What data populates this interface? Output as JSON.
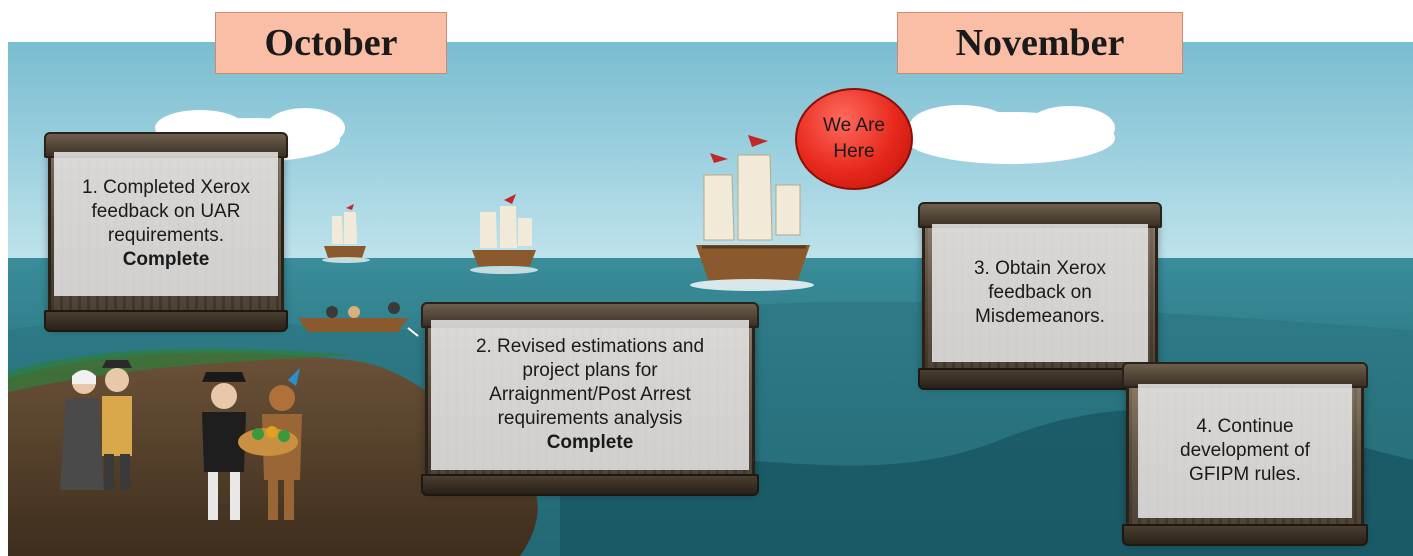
{
  "months": {
    "october": "October",
    "november": "November"
  },
  "marker": {
    "line1": "We Are",
    "line2": "Here"
  },
  "tasks": [
    {
      "lines": [
        "1. Completed Xerox",
        "feedback on UAR",
        "requirements."
      ],
      "status": "Complete"
    },
    {
      "lines": [
        "2. Revised estimations and",
        "project plans for",
        "Arraignment/Post Arrest",
        "requirements analysis"
      ],
      "status": "Complete"
    },
    {
      "lines": [
        "3. Obtain Xerox",
        "feedback on",
        "Misdemeanors."
      ],
      "status": ""
    },
    {
      "lines": [
        "4. Continue",
        "development of",
        "GFIPM rules."
      ],
      "status": ""
    }
  ],
  "colors": {
    "sky_top": "#7fc3d6",
    "sky_bottom": "#b9e0ea",
    "sea": "#2f7f8c",
    "sea_dark": "#1c5f6c",
    "shore": "#5a4530",
    "month_label_bg": "#f9bea5",
    "marker_red": "#e8281c"
  },
  "icons": [
    "cloud-icon",
    "ship-icon",
    "rowboat-icon",
    "pilgrim-couple-icon",
    "pilgrim-and-native-icon",
    "trunk-icon"
  ]
}
